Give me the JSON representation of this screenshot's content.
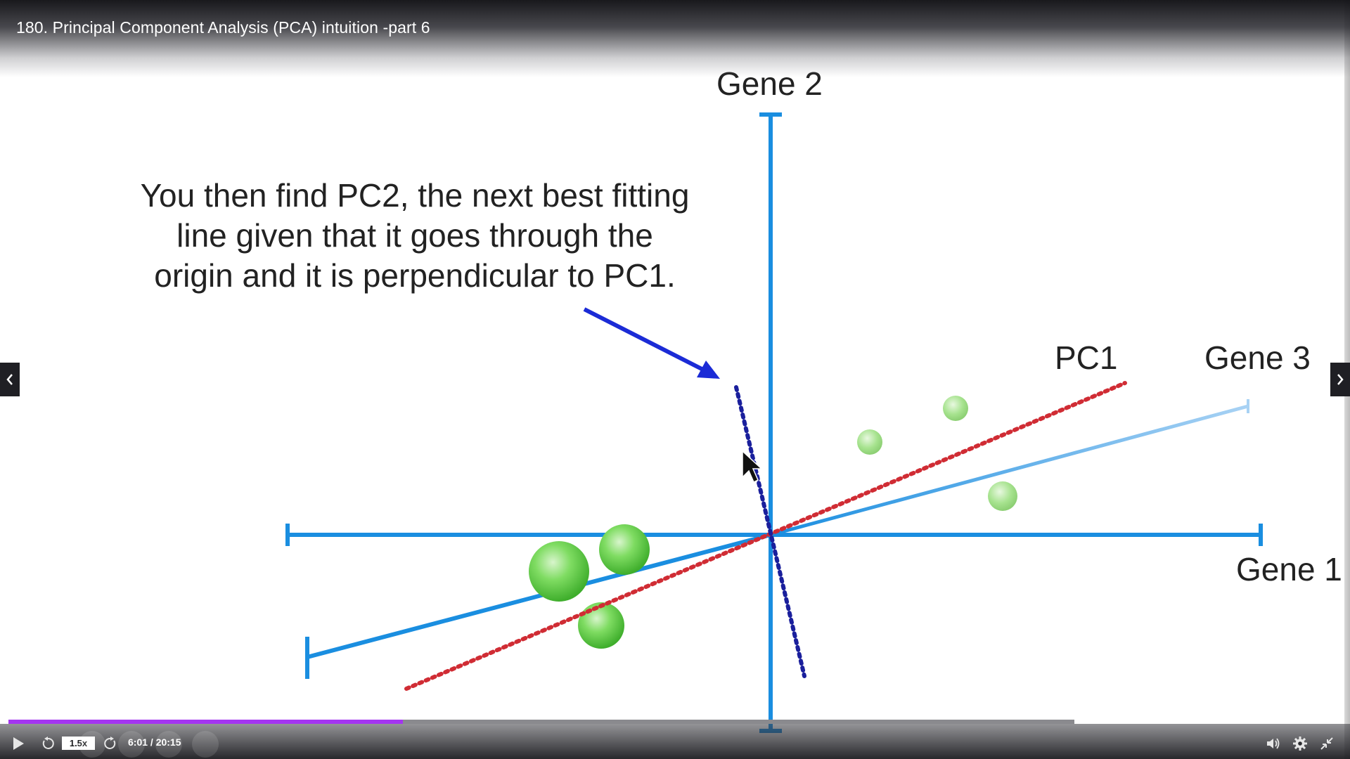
{
  "player": {
    "title": "180. Principal Component Analysis (PCA) intuition -part 6",
    "speed": "1.5x",
    "time": "6:01 / 20:15",
    "progress_percent": 37,
    "accent": "#a435f0"
  },
  "slide": {
    "caption_lines": [
      "You then find PC2, the next best fitting",
      "line given that it goes through the",
      "origin and it is perpendicular to PC1."
    ],
    "labels": {
      "gene2": "Gene 2",
      "gene1": "Gene 1",
      "gene3": "Gene 3",
      "pc1": "PC1"
    },
    "colors": {
      "axis": "#1a8ee0",
      "pc1": "#d02c34",
      "pc2": "#1a1f9c",
      "arrow": "#1b2bd6",
      "points": "#6fd35a"
    }
  },
  "icons": {
    "prev": "chevron-left-icon",
    "next": "chevron-right-icon",
    "play": "play-icon",
    "rewind": "rewind-icon",
    "forward": "forward-icon",
    "volume": "volume-icon",
    "settings": "gear-icon",
    "fullscreen": "exit-fullscreen-icon"
  }
}
